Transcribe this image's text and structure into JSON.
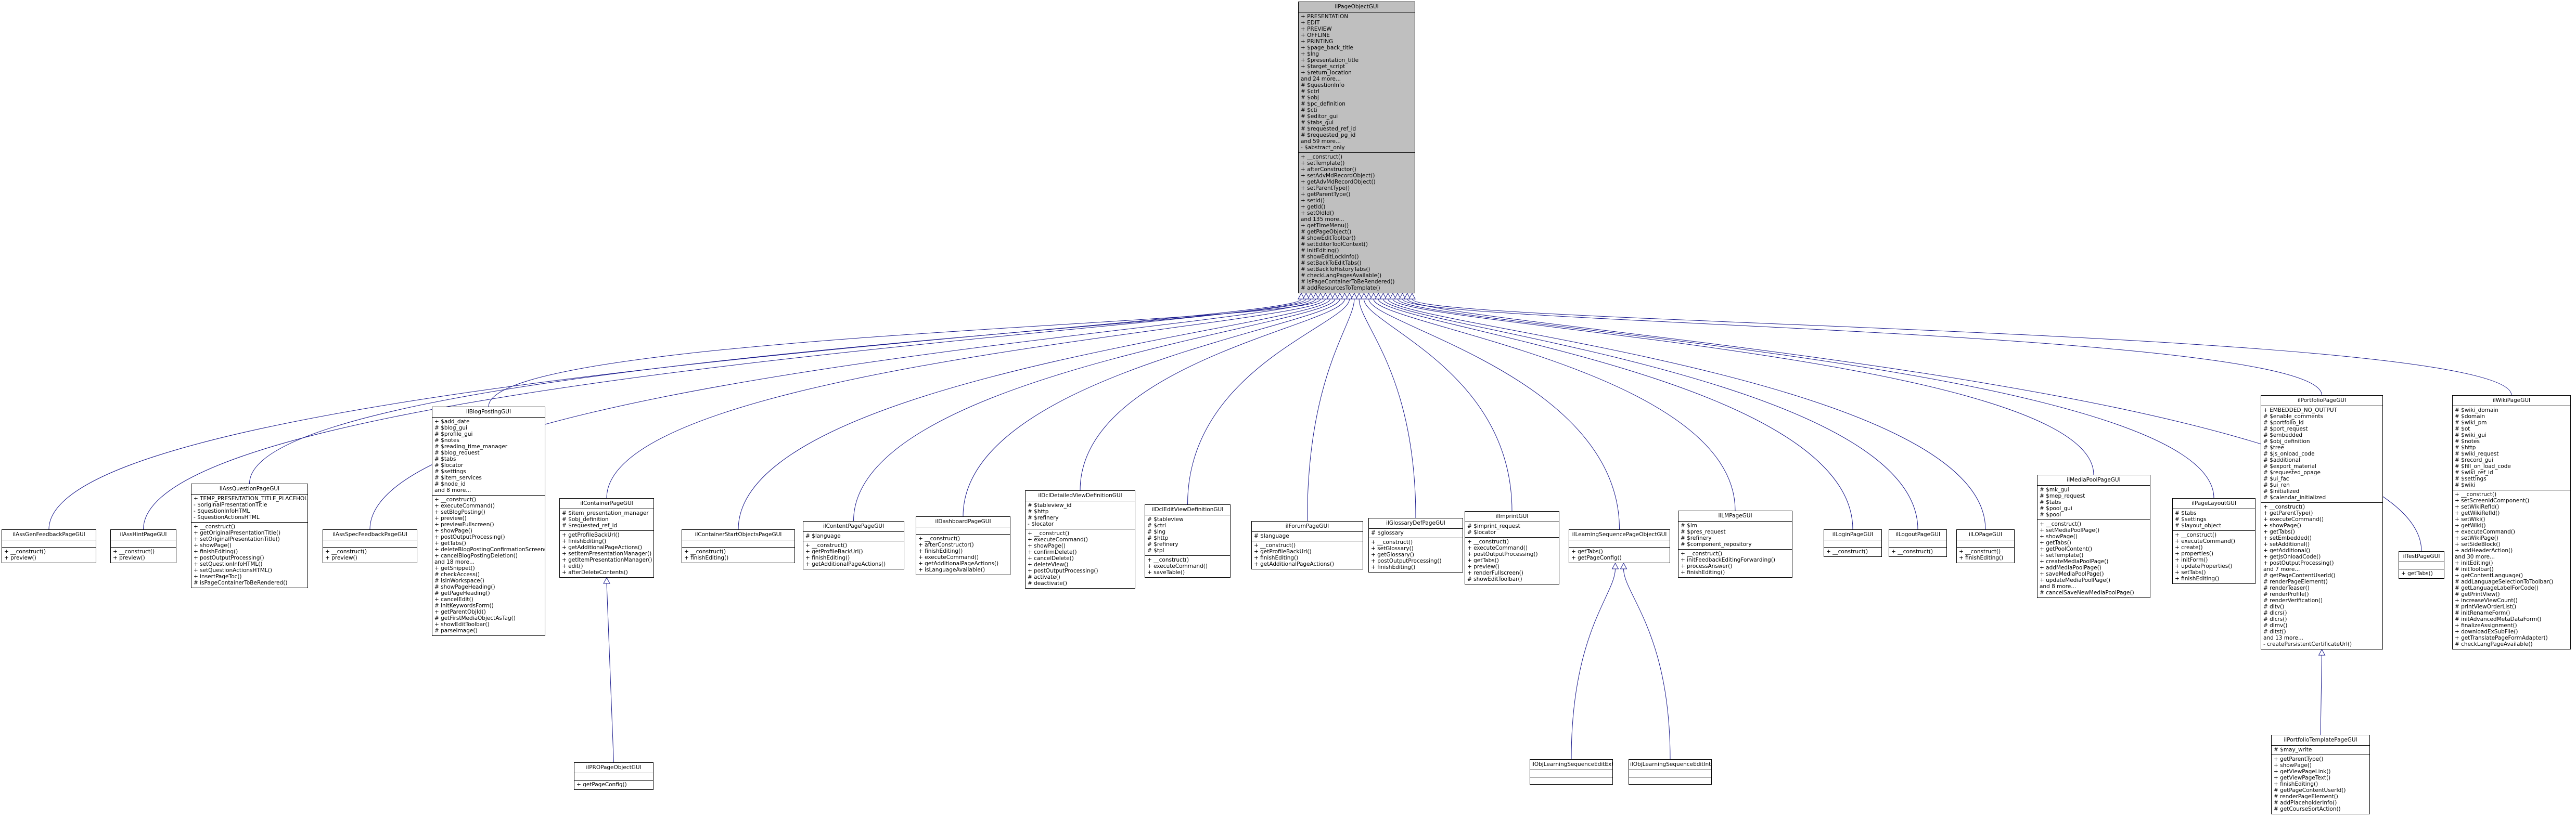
{
  "base": {
    "name": "ilPageObjectGUI",
    "attributes": [
      "+ PRESENTATION",
      "+ EDIT",
      "+ PREVIEW",
      "+ OFFLINE",
      "+ PRINTING",
      "+ $page_back_title",
      "+ $lng",
      "+ $presentation_title",
      "+ $target_script",
      "+ $return_location",
      "and 24 more...",
      "# $questionInfo",
      "# $ctrl",
      "# $obj",
      "# $pc_definition",
      "# $cti",
      "# $editor_gui",
      "# $tabs_gui",
      "# $requested_ref_id",
      "# $requested_pg_id",
      "and 59 more...",
      "- $abstract_only"
    ],
    "methods": [
      "+ __construct()",
      "+ setTemplate()",
      "+ afterConstructor()",
      "+ setAdvMdRecordObject()",
      "+ getAdvMdRecordObject()",
      "+ setParentType()",
      "+ getParentType()",
      "+ setId()",
      "+ getId()",
      "+ setOldId()",
      "and 135 more...",
      "+ getTimeMenu()",
      "# getPageObject()",
      "# showEditToolbar()",
      "# setEditorToolContext()",
      "# initEditing()",
      "# showEditLockInfo()",
      "# setBackToEditTabs()",
      "# setBackToHistoryTabs()",
      "# checkLangPagesAvailable()",
      "# isPageContainerToBeRendered()",
      "# addResourcesToTemplate()"
    ]
  },
  "classes": [
    {
      "name": "ilAssGenFeedbackPageGUI",
      "attributes": [],
      "methods": [
        "+ __construct()",
        "+ preview()"
      ]
    },
    {
      "name": "ilAssHintPageGUI",
      "attributes": [],
      "methods": [
        "+ __construct()",
        "+ preview()"
      ]
    },
    {
      "name": "ilAssQuestionPageGUI",
      "attributes": [
        "+ TEMP_PRESENTATION_TITLE_PLACEHOLDER",
        "- $originalPresentationTitle",
        "- $questionInfoHTML",
        "- $questionActionsHTML"
      ],
      "methods": [
        "+ __construct()",
        "+ getOriginalPresentationTitle()",
        "+ setOriginalPresentationTitle()",
        "+ showPage()",
        "+ finishEditing()",
        "+ postOutputProcessing()",
        "+ setQuestionInfoHTML()",
        "+ setQuestionActionsHTML()",
        "+ insertPageToc()",
        "# isPageContainerToBeRendered()"
      ]
    },
    {
      "name": "ilAssSpecFeedbackPageGUI",
      "attributes": [],
      "methods": [
        "+ __construct()",
        "+ preview()"
      ]
    },
    {
      "name": "ilBlogPostingGUI",
      "attributes": [
        "+ $add_date",
        "# $blog_gui",
        "# $profile_gui",
        "# $notes",
        "# $reading_time_manager",
        "# $blog_request",
        "# $tabs",
        "# $locator",
        "# $settings",
        "# $item_services",
        "# $node_id",
        "and 8 more..."
      ],
      "methods": [
        "+ __construct()",
        "+ executeCommand()",
        "+ setBlogPosting()",
        "+ preview()",
        "+ previewFullscreen()",
        "+ showPage()",
        "+ postOutputProcessing()",
        "+ getTabs()",
        "+ deleteBlogPostingConfirmationScreen()",
        "+ cancelBlogPostingDeletion()",
        "and 18 more...",
        "+ getSnippet()",
        "# checkAccess()",
        "# isInWorkspace()",
        "# showPageHeading()",
        "# getPageHeading()",
        "+ cancelEdit()",
        "# initKeywordsForm()",
        "+ getParentObjId()",
        "# getFirstMediaObjectAsTag()",
        "+ showEditToolbar()",
        "# parseImage()"
      ]
    },
    {
      "name": "ilContainerPageGUI",
      "attributes": [
        "# $item_presentation_manager",
        "# $obj_definition",
        "# $requested_ref_id"
      ],
      "methods": [
        "+ getProfileBackUrl()",
        "+ finishEditing()",
        "+ getAdditionalPageActions()",
        "+ setItemPresentationManager()",
        "+ getItemPresentationManager()",
        "+ edit()",
        "+ afterDeleteContents()"
      ]
    },
    {
      "name": "ilContainerStartObjectsPageGUI",
      "attributes": [],
      "methods": [
        "+ __construct()",
        "+ finishEditing()"
      ]
    },
    {
      "name": "ilContentPagePageGUI",
      "attributes": [
        "# $language"
      ],
      "methods": [
        "+ __construct()",
        "+ getProfileBackUrl()",
        "+ finishEditing()",
        "+ getAdditionalPageActions()"
      ]
    },
    {
      "name": "ilDashboardPageGUI",
      "attributes": [],
      "methods": [
        "+ __construct()",
        "+ afterConstructor()",
        "+ finishEditing()",
        "+ executeCommand()",
        "+ getAdditionalPageActions()",
        "+ isLanguageAvailable()"
      ]
    },
    {
      "name": "ilDclDetailedViewDefinitionGUI",
      "attributes": [
        "# $tableview_id",
        "# $http",
        "# $refinery",
        "- $locator"
      ],
      "methods": [
        "+ __construct()",
        "+ executeCommand()",
        "+ showPage()",
        "+ confirmDelete()",
        "+ cancelDelete()",
        "+ deleteView()",
        "+ postOutputProcessing()",
        "# activate()",
        "# deactivate()"
      ]
    },
    {
      "name": "ilDclEditViewDefinitionGUI",
      "attributes": [
        "# $tableview",
        "# $ctrl",
        "# $lng",
        "# $http",
        "# $refinery",
        "# $tpl"
      ],
      "methods": [
        "+ __construct()",
        "+ executeCommand()",
        "+ saveTable()"
      ]
    },
    {
      "name": "ilForumPageGUI",
      "attributes": [
        "# $language"
      ],
      "methods": [
        "+ __construct()",
        "+ getProfileBackUrl()",
        "+ finishEditing()",
        "+ getAdditionalPageActions()"
      ]
    },
    {
      "name": "ilGlossaryDefPageGUI",
      "attributes": [
        "# $glossary"
      ],
      "methods": [
        "+ __construct()",
        "+ setGlossary()",
        "+ getGlossary()",
        "+ postOutputProcessing()",
        "+ finishEditing()"
      ]
    },
    {
      "name": "ilImprintGUI",
      "attributes": [
        "# $imprint_request",
        "# $locator"
      ],
      "methods": [
        "+ __construct()",
        "+ executeCommand()",
        "+ postOutputProcessing()",
        "+ getTabs()",
        "+ preview()",
        "+ renderFullscreen()",
        "# showEditToolbar()"
      ]
    },
    {
      "name": "ilLearningSequencePageObjectGUI",
      "attributes": [],
      "methods": [
        "+ getTabs()",
        "+ getPageConfig()"
      ]
    },
    {
      "name": "ilLMPageGUI",
      "attributes": [
        "# $lm",
        "# $pres_request",
        "# $refinery",
        "# $component_repository"
      ],
      "methods": [
        "+ __construct()",
        "+ initFeedbackEditingForwarding()",
        "+ processAnswer()",
        "+ finishEditing()"
      ]
    },
    {
      "name": "ilLoginPageGUI",
      "attributes": [],
      "methods": [
        "+ __construct()"
      ]
    },
    {
      "name": "ilLogoutPageGUI",
      "attributes": [],
      "methods": [
        "+ __construct()"
      ]
    },
    {
      "name": "ilLOPageGUI",
      "attributes": [],
      "methods": [
        "+ __construct()",
        "+ finishEditing()"
      ]
    },
    {
      "name": "ilMediaPoolPageGUI",
      "attributes": [
        "# $mk_gui",
        "# $mep_request",
        "# $tabs",
        "# $pool_gui",
        "# $pool"
      ],
      "methods": [
        "+ __construct()",
        "+ setMediaPoolPage()",
        "+ showPage()",
        "+ getTabs()",
        "+ getPoolContent()",
        "+ setTemplate()",
        "+ createMediaPoolPage()",
        "+ addMediaPoolPage()",
        "+ saveMediaPoolPage()",
        "+ updateMediaPoolPage()",
        "and 8 more...",
        "# cancelSaveNewMediaPoolPage()"
      ]
    },
    {
      "name": "ilPageLayoutGUI",
      "attributes": [
        "# $tabs",
        "# $settings",
        "# $layout_object"
      ],
      "methods": [
        "+ __construct()",
        "+ executeCommand()",
        "+ create()",
        "+ properties()",
        "+ initForm()",
        "+ updateProperties()",
        "+ setTabs()",
        "+ finishEditing()"
      ]
    },
    {
      "name": "ilPortfolioPageGUI",
      "attributes": [
        "+ EMBEDDED_NO_OUTPUT",
        "# $enable_comments",
        "# $portfolio_id",
        "# $port_request",
        "# $embedded",
        "# $obj_definition",
        "# $tree",
        "# $js_onload_code",
        "# $additional",
        "# $export_material",
        "# $requested_ppage",
        "# $ui_fac",
        "# $ui_ren",
        "# $initialized",
        "# $calendar_initialized"
      ],
      "methods": [
        "+ __construct()",
        "+ getParentType()",
        "+ executeCommand()",
        "+ showPage()",
        "+ getTabs()",
        "+ setEmbedded()",
        "+ setAdditional()",
        "+ getAdditional()",
        "+ getJsOnloadCode()",
        "+ postOutputProcessing()",
        "and 7 more...",
        "# getPageContentUserId()",
        "# renderPageElement()",
        "# renderTeaser()",
        "# renderProfile()",
        "# renderVerification()",
        "# dltv()",
        "# dlcrs()",
        "# dlcrs()",
        "# dlmv()",
        "# dltst()",
        "and 13 more...",
        "- createPersistentCertificateUrl()"
      ]
    },
    {
      "name": "ilPROPageObjectGUI",
      "attributes": [],
      "methods": [
        "+ getPageConfig()"
      ]
    },
    {
      "name": "ilObjLearningSequenceEditExtroGUI",
      "attributes": [],
      "methods": []
    },
    {
      "name": "ilObjLearningSequenceEditIntroGUI",
      "attributes": [],
      "methods": []
    },
    {
      "name": "ilPortfolioTemplatePageGUI",
      "attributes": [
        "# $may_write"
      ],
      "methods": [
        "+ getParentType()",
        "+ showPage()",
        "+ getViewPageLink()",
        "+ getViewPageText()",
        "+ finishEditing()",
        "# getPageContentUserId()",
        "# renderPageElement()",
        "# addPlaceholderInfo()",
        "# getCourseSortAction()"
      ]
    },
    {
      "name": "ilTestPageGUI",
      "attributes": [],
      "methods": [
        "+ getTabs()"
      ]
    },
    {
      "name": "ilWikiPageGUI",
      "attributes": [
        "# $wiki_domain",
        "# $domain",
        "# $wiki_pm",
        "# $ot",
        "# $wiki_gui",
        "# $notes",
        "# $http",
        "# $wiki_request",
        "# $record_gui",
        "# $fill_on_load_code",
        "# $wiki_ref_id",
        "# $settings",
        "# $wiki"
      ],
      "methods": [
        "+ __construct()",
        "+ setScreenIdComponent()",
        "+ setWikiRefId()",
        "+ getWikiRefId()",
        "+ setWiki()",
        "+ getWiki()",
        "+ executeCommand()",
        "+ setWikiPage()",
        "+ setSideBlock()",
        "+ addHeaderAction()",
        "and 30 more...",
        "+ initEditing()",
        "# initToolbar()",
        "+ getContentLanguage()",
        "# addLanguageSelectionToToolbar()",
        "# getLanguageLabelForCode()",
        "# getPrintView()",
        "+ increaseViewCount()",
        "# printViewOrderList()",
        "# initRenameForm()",
        "# initAdvancedMetaDataForm()",
        "+ finalizeAssignment()",
        "+ downloadExSubFile()",
        "+ getTranslatePageFormAdapter()",
        "# checkLangPageAvailable()"
      ]
    }
  ],
  "colors": {
    "edge": "#1a1a8c",
    "base_fill": "#bfbfbf",
    "box_border": "#000000",
    "box_fill": "#ffffff"
  }
}
